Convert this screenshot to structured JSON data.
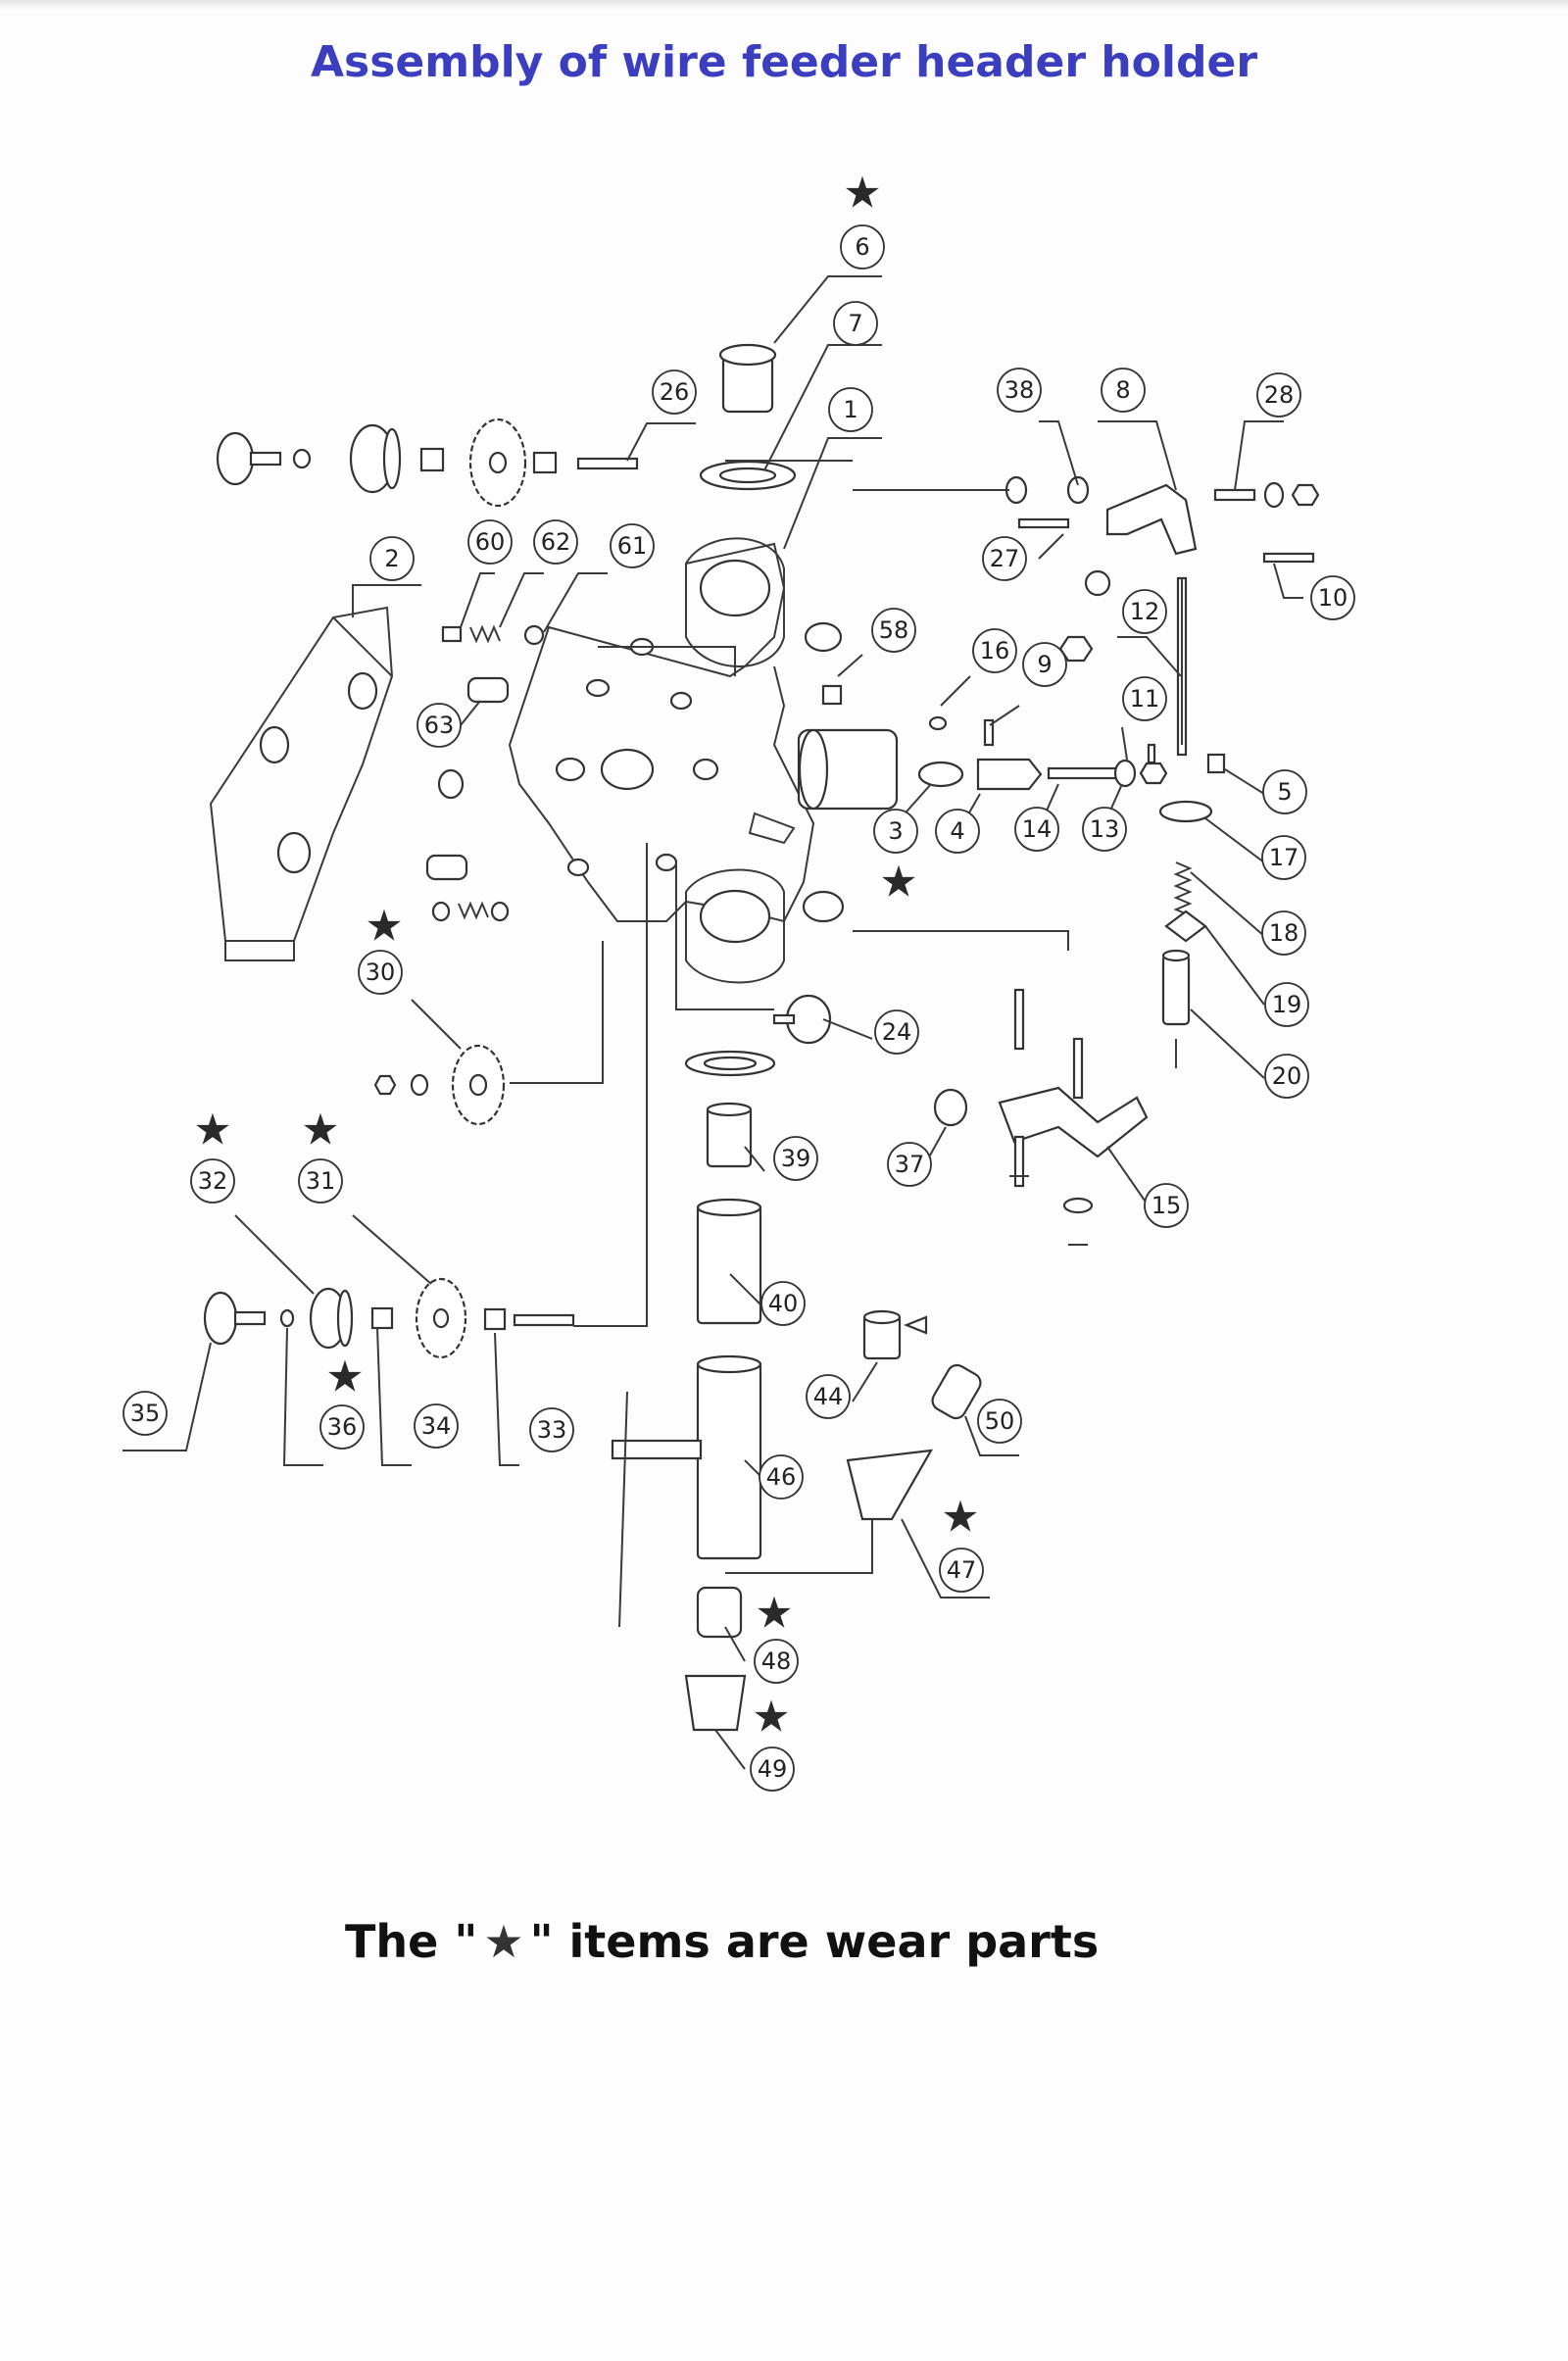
{
  "title": "Assembly of wire feeder header holder",
  "footer": {
    "prefix": "The \"",
    "star": "★",
    "suffix": "\"  items are wear parts"
  },
  "callouts": [
    {
      "id": "6",
      "label": "6",
      "wear": true
    },
    {
      "id": "7",
      "label": "7",
      "wear": false
    },
    {
      "id": "1",
      "label": "1",
      "wear": false
    },
    {
      "id": "26",
      "label": "26",
      "wear": false
    },
    {
      "id": "38",
      "label": "38",
      "wear": false
    },
    {
      "id": "8",
      "label": "8",
      "wear": false
    },
    {
      "id": "28",
      "label": "28",
      "wear": false
    },
    {
      "id": "2",
      "label": "2",
      "wear": false
    },
    {
      "id": "60",
      "label": "60",
      "wear": false
    },
    {
      "id": "62",
      "label": "62",
      "wear": false
    },
    {
      "id": "61",
      "label": "61",
      "wear": false
    },
    {
      "id": "27",
      "label": "27",
      "wear": false
    },
    {
      "id": "10",
      "label": "10",
      "wear": false
    },
    {
      "id": "12",
      "label": "12",
      "wear": false
    },
    {
      "id": "58",
      "label": "58",
      "wear": false
    },
    {
      "id": "16",
      "label": "16",
      "wear": false
    },
    {
      "id": "9",
      "label": "9",
      "wear": false
    },
    {
      "id": "63",
      "label": "63",
      "wear": false
    },
    {
      "id": "11",
      "label": "11",
      "wear": false
    },
    {
      "id": "5",
      "label": "5",
      "wear": false
    },
    {
      "id": "3",
      "label": "3",
      "wear": false
    },
    {
      "id": "4",
      "label": "4",
      "wear": false
    },
    {
      "id": "14",
      "label": "14",
      "wear": false
    },
    {
      "id": "13",
      "label": "13",
      "wear": false
    },
    {
      "id": "17",
      "label": "17",
      "wear": false
    },
    {
      "id": "18",
      "label": "18",
      "wear": false
    },
    {
      "id": "19",
      "label": "19",
      "wear": false
    },
    {
      "id": "20",
      "label": "20",
      "wear": false
    },
    {
      "id": "30",
      "label": "30",
      "wear": true
    },
    {
      "id": "24",
      "label": "24",
      "wear": false
    },
    {
      "id": "39",
      "label": "39",
      "wear": false
    },
    {
      "id": "37",
      "label": "37",
      "wear": false
    },
    {
      "id": "15",
      "label": "15",
      "wear": false
    },
    {
      "id": "32",
      "label": "32",
      "wear": true
    },
    {
      "id": "31",
      "label": "31",
      "wear": true
    },
    {
      "id": "40",
      "label": "40",
      "wear": false
    },
    {
      "id": "35",
      "label": "35",
      "wear": false
    },
    {
      "id": "36",
      "label": "36",
      "wear": true
    },
    {
      "id": "34",
      "label": "34",
      "wear": false
    },
    {
      "id": "33",
      "label": "33",
      "wear": false
    },
    {
      "id": "44",
      "label": "44",
      "wear": false
    },
    {
      "id": "50",
      "label": "50",
      "wear": false
    },
    {
      "id": "46",
      "label": "46",
      "wear": false
    },
    {
      "id": "47",
      "label": "47",
      "wear": true
    },
    {
      "id": "48",
      "label": "48",
      "wear": true
    },
    {
      "id": "49",
      "label": "49",
      "wear": true
    }
  ],
  "unlabeled_wear_marks": 1
}
